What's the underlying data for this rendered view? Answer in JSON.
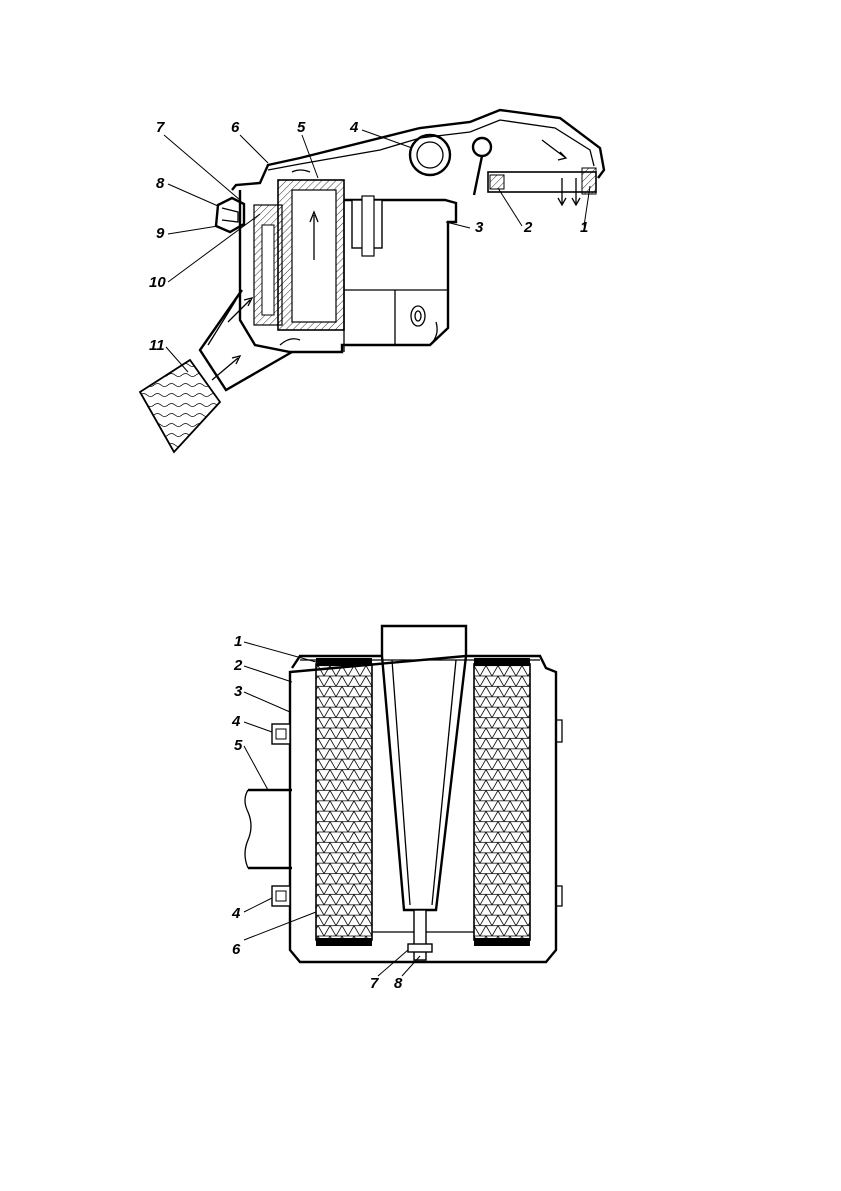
{
  "figure1": {
    "labels": [
      "1",
      "2",
      "3",
      "4",
      "5",
      "6",
      "7",
      "8",
      "9",
      "10",
      "11"
    ]
  },
  "figure2": {
    "labels": [
      "1",
      "2",
      "3",
      "4",
      "5",
      "4",
      "6",
      "7",
      "8"
    ]
  }
}
